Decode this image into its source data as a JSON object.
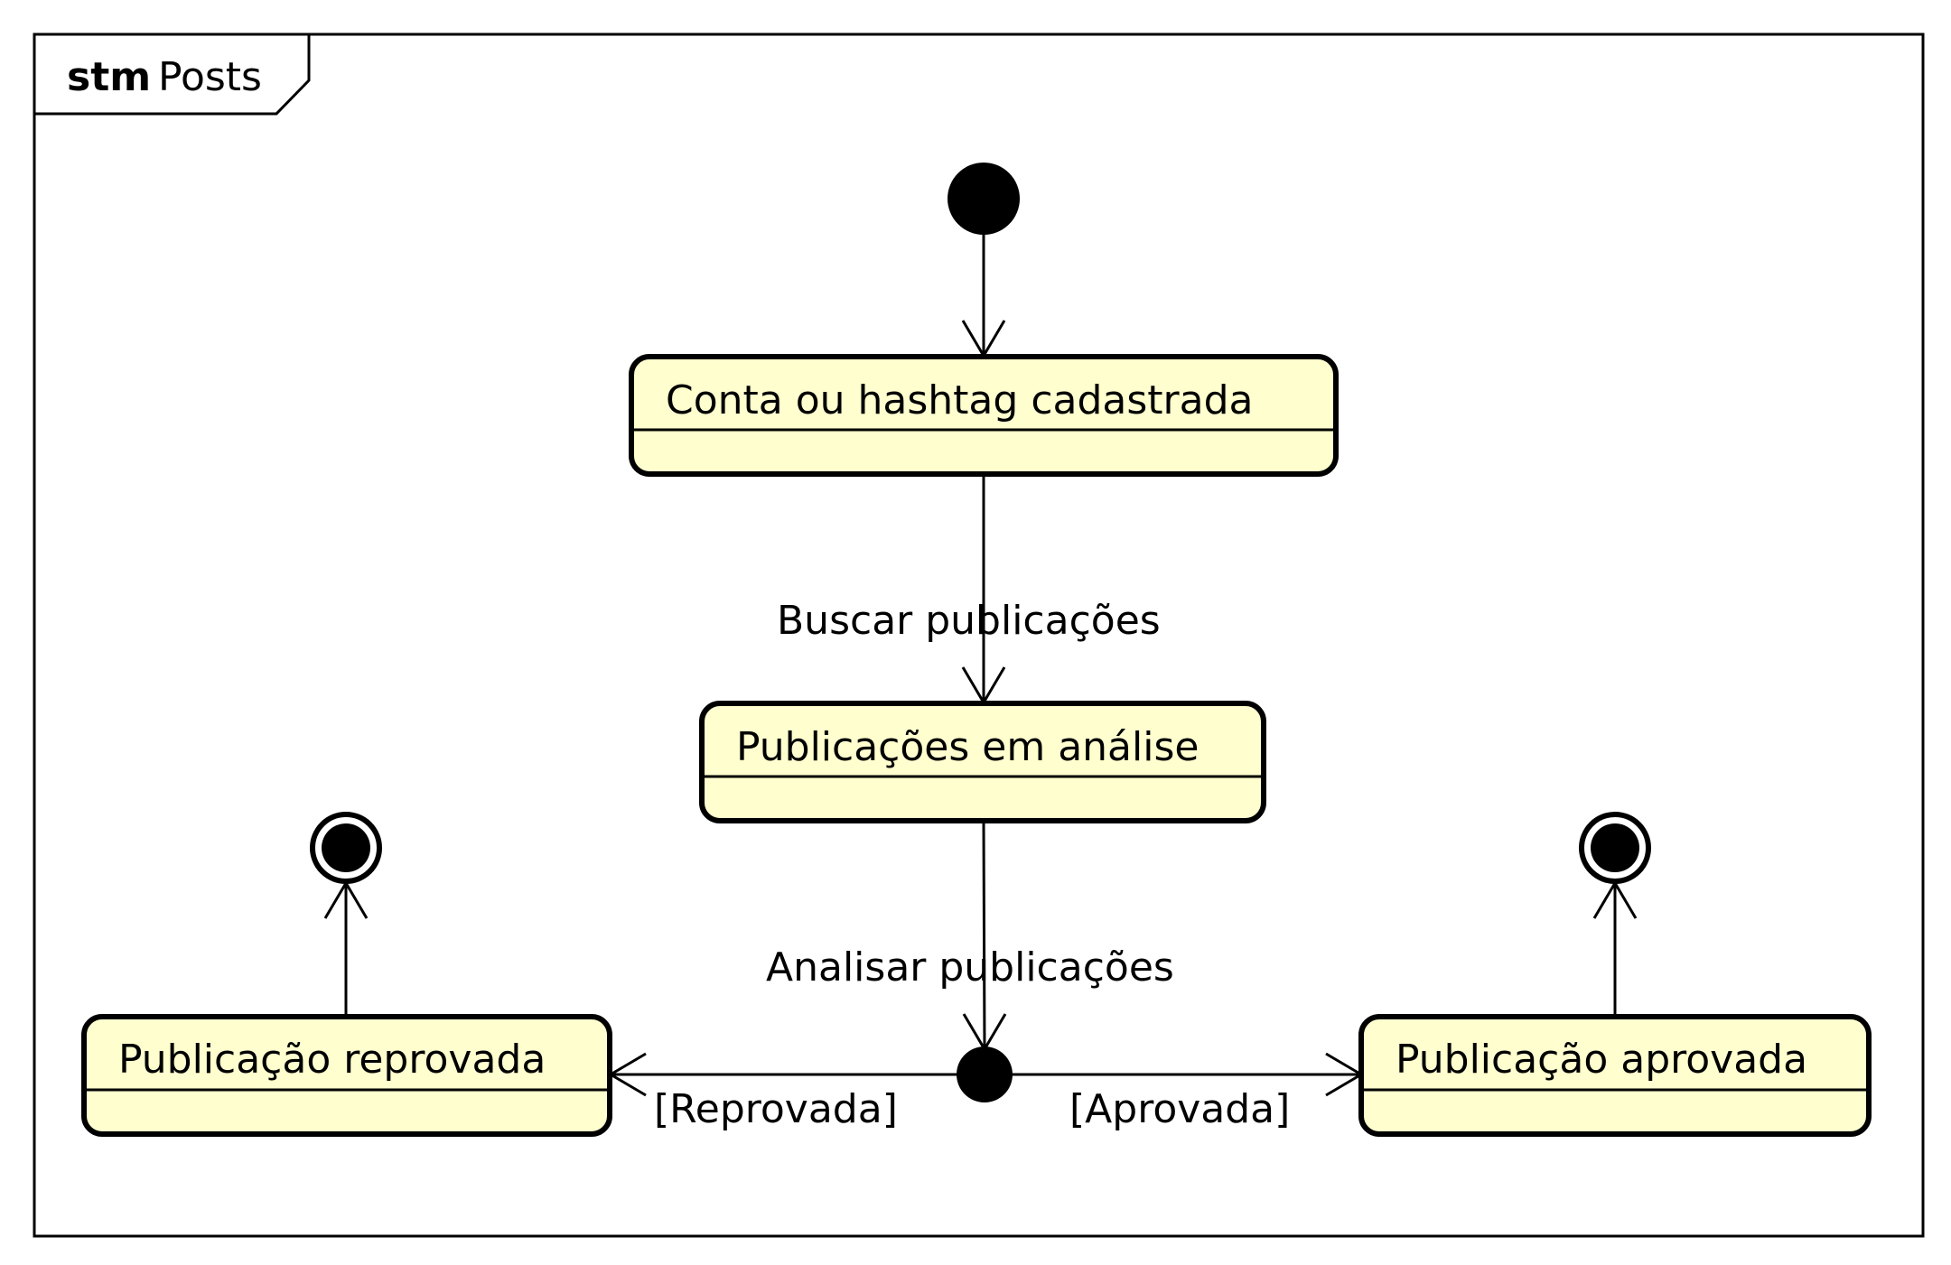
{
  "frame": {
    "keyword": "stm",
    "name": "Posts"
  },
  "states": {
    "conta": "Conta ou hashtag cadastrada",
    "analise": "Publicações em análise",
    "reprovada": "Publicação reprovada",
    "aprovada": "Publicação aprovada"
  },
  "transitions": {
    "buscar": "Buscar publicações",
    "analisar": "Analisar publicações",
    "reprovada": "[Reprovada]",
    "aprovada": "[Aprovada]"
  },
  "colors": {
    "state_fill": "#FEFECE",
    "stroke": "#000000"
  }
}
